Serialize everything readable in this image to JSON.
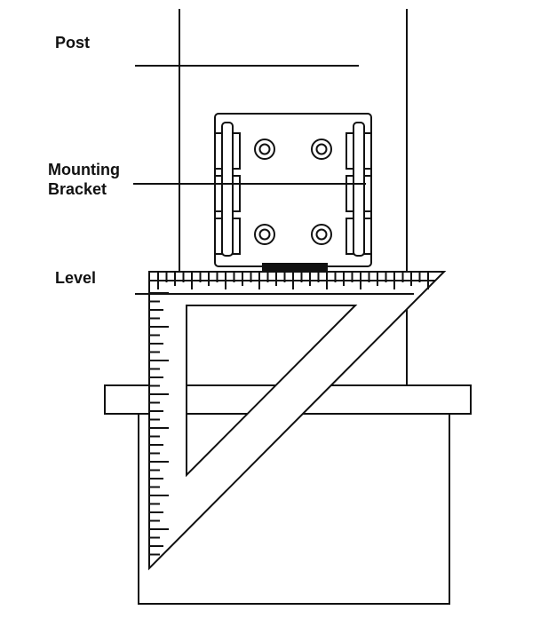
{
  "labels": {
    "post": "Post",
    "bracket_line1": "Mounting",
    "bracket_line2": "Bracket",
    "level": "Level"
  },
  "colors": {
    "stroke": "#111111",
    "fill": "#ffffff"
  }
}
